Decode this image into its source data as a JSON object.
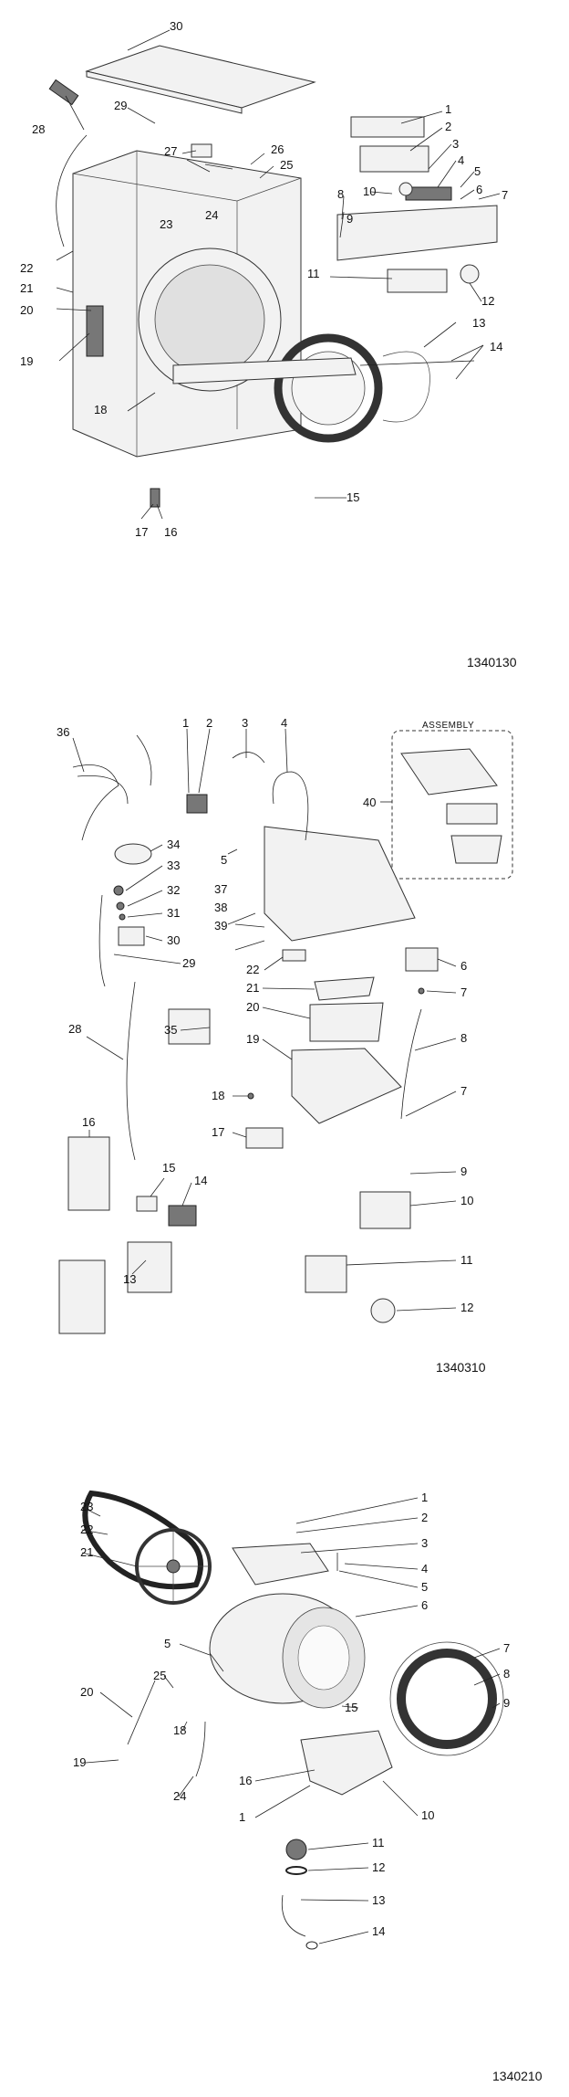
{
  "diagram_1": {
    "code": "1340130",
    "callouts": [
      "1",
      "2",
      "3",
      "4",
      "5",
      "6",
      "7",
      "8",
      "9",
      "10",
      "11",
      "12",
      "13",
      "14",
      "15",
      "16",
      "17",
      "18",
      "19",
      "20",
      "21",
      "22",
      "23",
      "24",
      "25",
      "26",
      "27",
      "28",
      "29",
      "30"
    ]
  },
  "diagram_2": {
    "code": "1340310",
    "assembly_label": "ASSEMBLY",
    "callouts": [
      "1",
      "2",
      "3",
      "4",
      "5",
      "6",
      "7",
      "7",
      "8",
      "9",
      "10",
      "11",
      "12",
      "13",
      "14",
      "15",
      "16",
      "17",
      "18",
      "19",
      "20",
      "21",
      "22",
      "28",
      "29",
      "30",
      "31",
      "32",
      "33",
      "34",
      "35",
      "36",
      "37",
      "38",
      "39",
      "40"
    ]
  },
  "diagram_3": {
    "code": "1340210",
    "callouts": [
      "1",
      "1",
      "2",
      "3",
      "4",
      "5",
      "5",
      "6",
      "7",
      "8",
      "9",
      "10",
      "11",
      "12",
      "13",
      "14",
      "15",
      "16",
      "18",
      "19",
      "20",
      "21",
      "22",
      "23",
      "24",
      "25"
    ]
  }
}
